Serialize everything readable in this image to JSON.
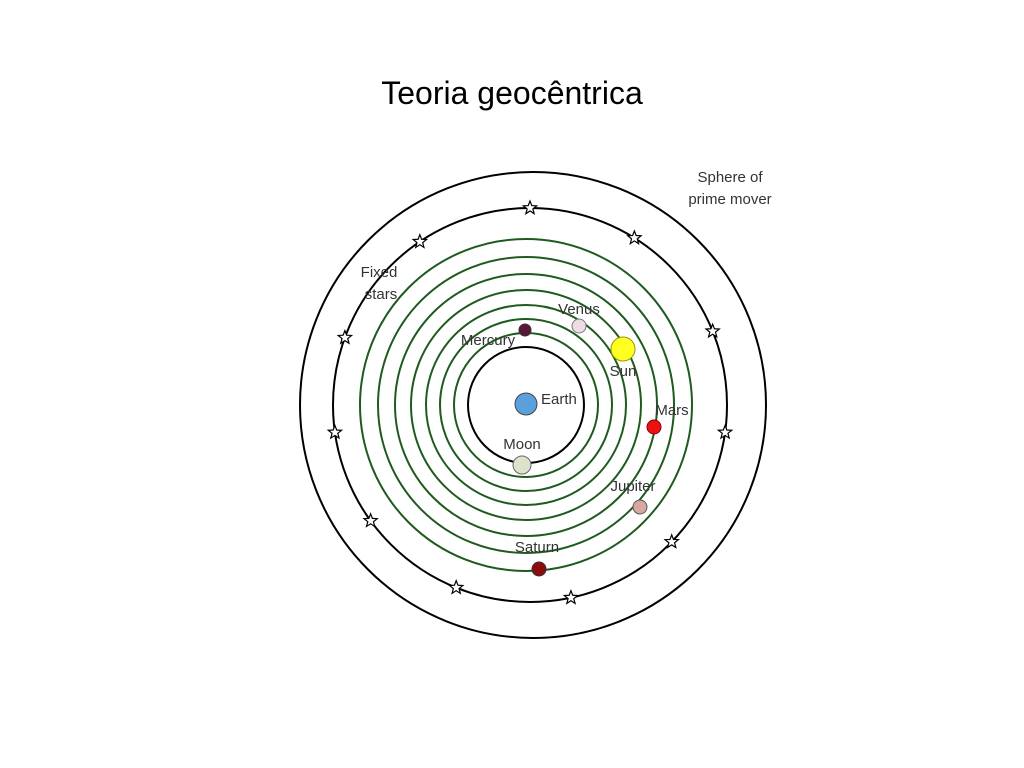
{
  "slide": {
    "title": "Teoria geocêntrica"
  },
  "labels": {
    "prime_mover": [
      "Sphere of",
      "prime mover"
    ],
    "fixed_stars": [
      "Fixed",
      "stars"
    ],
    "earth": "Earth",
    "moon": "Moon",
    "mercury": "Mercury",
    "venus": "Venus",
    "sun": "Sun",
    "mars": "Mars",
    "jupiter": "Jupiter",
    "saturn": "Saturn"
  },
  "colors": {
    "outer_sphere": "#000000",
    "planet_orbit": "#1f5a1f",
    "earth": "#5aa0dc",
    "moon": "#dde2cc",
    "mercury": "#5a1838",
    "venus": "#ecdde4",
    "sun": "#ffff22",
    "mars": "#ee1111",
    "jupiter": "#d8a8a0",
    "saturn": "#8a0c0c",
    "label_text": "#333333"
  },
  "icons": {
    "star": "star-icon"
  }
}
